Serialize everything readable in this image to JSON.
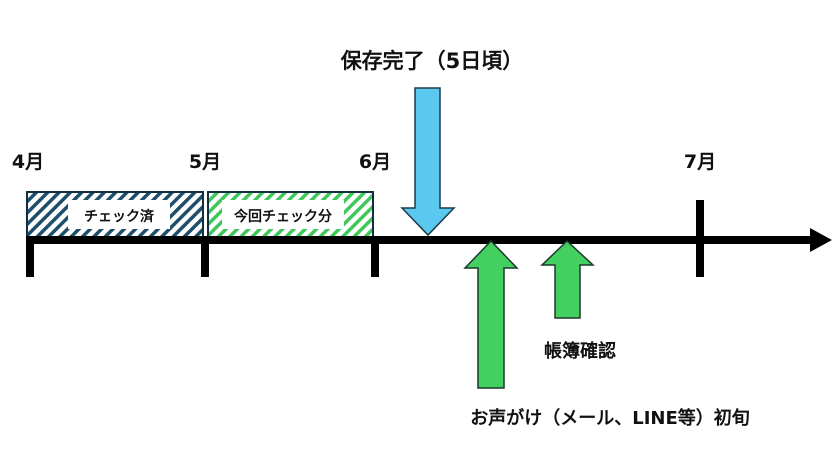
{
  "title": "保存完了（5日頃）",
  "months": [
    "4月",
    "5月",
    "6月",
    "7月"
  ],
  "periods": [
    {
      "label": "チェック済",
      "color": "#1f4e6b"
    },
    {
      "label": "今回チェック分",
      "color": "#3ec85a"
    }
  ],
  "events": {
    "save_complete": {
      "label": "保存完了（5日頃）",
      "color": "#5bc8f0"
    },
    "contact": {
      "label": "お声がけ（メール、LINE等）初旬",
      "color": "#44d060"
    },
    "ledger_check": {
      "label": "帳簿確認",
      "color": "#44d060"
    }
  }
}
